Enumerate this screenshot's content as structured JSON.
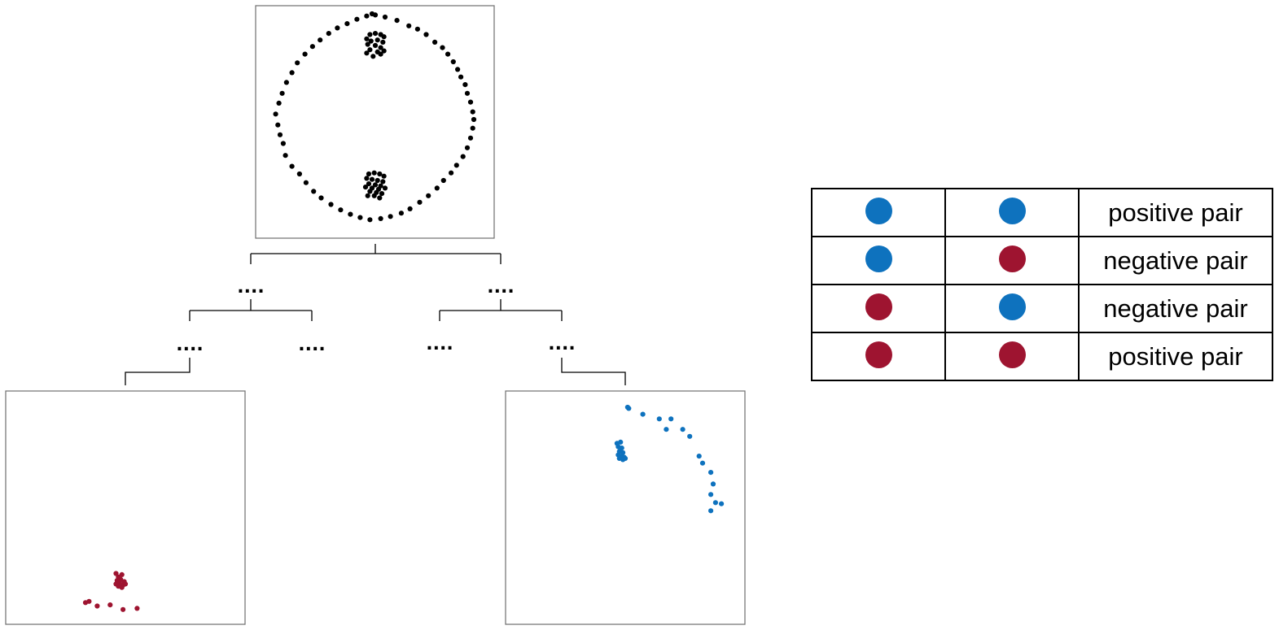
{
  "colors": {
    "blue": "#0e72be",
    "red": "#9e1430",
    "black": "#000000"
  },
  "tree": {
    "ellipsis": "....",
    "ellipsis_nodes": 6
  },
  "chart_data": [
    {
      "type": "scatter",
      "series": [
        {
          "color": "#000000",
          "points": [
            [
              0,
              0.96
            ],
            [
              0.09,
              0.94
            ],
            [
              0.2,
              0.91
            ],
            [
              0.31,
              0.86
            ],
            [
              0.39,
              0.83
            ],
            [
              0.47,
              0.78
            ],
            [
              0.55,
              0.71
            ],
            [
              0.62,
              0.66
            ],
            [
              0.67,
              0.6
            ],
            [
              0.72,
              0.53
            ],
            [
              0.76,
              0.46
            ],
            [
              0.79,
              0.39
            ],
            [
              0.83,
              0.32
            ],
            [
              0.85,
              0.24
            ],
            [
              0.88,
              0.16
            ],
            [
              0.9,
              0.07
            ],
            [
              0.91,
              0.0
            ],
            [
              0.9,
              -0.08
            ],
            [
              0.88,
              -0.17
            ],
            [
              0.85,
              -0.26
            ],
            [
              0.81,
              -0.34
            ],
            [
              0.75,
              -0.42
            ],
            [
              0.7,
              -0.49
            ],
            [
              0.63,
              -0.56
            ],
            [
              0.57,
              -0.63
            ],
            [
              0.49,
              -0.7
            ],
            [
              0.41,
              -0.76
            ],
            [
              0.32,
              -0.82
            ],
            [
              0.24,
              -0.86
            ],
            [
              0.14,
              -0.89
            ],
            [
              0.05,
              -0.91
            ],
            [
              -0.05,
              -0.92
            ],
            [
              -0.14,
              -0.9
            ],
            [
              -0.23,
              -0.87
            ],
            [
              -0.32,
              -0.83
            ],
            [
              -0.41,
              -0.78
            ],
            [
              -0.5,
              -0.72
            ],
            [
              -0.57,
              -0.66
            ],
            [
              -0.64,
              -0.58
            ],
            [
              -0.7,
              -0.5
            ],
            [
              -0.77,
              -0.43
            ],
            [
              -0.83,
              -0.33
            ],
            [
              -0.85,
              -0.22
            ],
            [
              -0.88,
              -0.14
            ],
            [
              -0.9,
              -0.05
            ],
            [
              -0.92,
              0.05
            ],
            [
              -0.89,
              0.15
            ],
            [
              -0.86,
              0.24
            ],
            [
              -0.82,
              0.34
            ],
            [
              -0.77,
              0.43
            ],
            [
              -0.72,
              0.52
            ],
            [
              -0.65,
              0.6
            ],
            [
              -0.58,
              0.67
            ],
            [
              -0.51,
              0.73
            ],
            [
              -0.43,
              0.79
            ],
            [
              -0.35,
              0.84
            ],
            [
              -0.26,
              0.88
            ],
            [
              -0.17,
              0.92
            ],
            [
              -0.08,
              0.95
            ],
            [
              -0.03,
              0.97
            ],
            [
              -0.05,
              0.78
            ],
            [
              0.0,
              0.79
            ],
            [
              0.05,
              0.78
            ],
            [
              0.08,
              0.76
            ],
            [
              -0.08,
              0.74
            ],
            [
              -0.04,
              0.72
            ],
            [
              0.02,
              0.73
            ],
            [
              0.07,
              0.71
            ],
            [
              -0.07,
              0.69
            ],
            [
              0.0,
              0.68
            ],
            [
              0.05,
              0.66
            ],
            [
              -0.05,
              0.64
            ],
            [
              0.02,
              0.62
            ],
            [
              0.08,
              0.63
            ],
            [
              -0.08,
              0.61
            ],
            [
              0.05,
              0.6
            ],
            [
              -0.02,
              0.58
            ],
            [
              -0.06,
              -0.5
            ],
            [
              -0.01,
              -0.49
            ],
            [
              0.04,
              -0.5
            ],
            [
              0.08,
              -0.52
            ],
            [
              -0.08,
              -0.54
            ],
            [
              -0.03,
              -0.55
            ],
            [
              0.02,
              -0.56
            ],
            [
              0.07,
              -0.57
            ],
            [
              -0.06,
              -0.59
            ],
            [
              0.0,
              -0.6
            ],
            [
              0.05,
              -0.61
            ],
            [
              -0.09,
              -0.62
            ],
            [
              -0.03,
              -0.63
            ],
            [
              0.03,
              -0.64
            ],
            [
              0.09,
              -0.63
            ],
            [
              -0.05,
              -0.66
            ],
            [
              0.01,
              -0.67
            ],
            [
              0.06,
              -0.68
            ],
            [
              -0.07,
              -0.7
            ],
            [
              -0.01,
              -0.7
            ],
            [
              0.04,
              -0.72
            ]
          ]
        }
      ]
    },
    {
      "type": "scatter",
      "series": [
        {
          "color": "#9e1430",
          "points": [
            [
              -0.08,
              -0.57
            ],
            [
              -0.06,
              -0.6
            ],
            [
              -0.03,
              -0.58
            ],
            [
              -0.07,
              -0.63
            ],
            [
              -0.04,
              -0.62
            ],
            [
              -0.01,
              -0.64
            ],
            [
              -0.08,
              -0.66
            ],
            [
              -0.05,
              -0.65
            ],
            [
              -0.02,
              -0.67
            ],
            [
              0.0,
              -0.66
            ],
            [
              -0.06,
              -0.68
            ],
            [
              -0.03,
              -0.69
            ],
            [
              -0.34,
              -0.82
            ],
            [
              -0.31,
              -0.81
            ],
            [
              -0.24,
              -0.85
            ],
            [
              -0.13,
              -0.84
            ],
            [
              -0.02,
              -0.88
            ],
            [
              0.1,
              -0.87
            ]
          ]
        }
      ]
    },
    {
      "type": "scatter",
      "series": [
        {
          "color": "#0e72be",
          "points": [
            [
              -0.07,
              0.55
            ],
            [
              -0.04,
              0.56
            ],
            [
              -0.06,
              0.52
            ],
            [
              -0.03,
              0.51
            ],
            [
              -0.05,
              0.48
            ],
            [
              -0.02,
              0.47
            ],
            [
              -0.06,
              0.45
            ],
            [
              -0.03,
              0.44
            ],
            [
              -0.01,
              0.43
            ],
            [
              -0.05,
              0.42
            ],
            [
              -0.02,
              0.41
            ],
            [
              0.0,
              0.42
            ],
            [
              0.02,
              0.86
            ],
            [
              0.03,
              0.85
            ],
            [
              0.15,
              0.8
            ],
            [
              0.29,
              0.76
            ],
            [
              0.39,
              0.76
            ],
            [
              0.35,
              0.67
            ],
            [
              0.49,
              0.67
            ],
            [
              0.55,
              0.61
            ],
            [
              0.63,
              0.44
            ],
            [
              0.66,
              0.38
            ],
            [
              0.73,
              0.3
            ],
            [
              0.75,
              0.2
            ],
            [
              0.73,
              0.11
            ],
            [
              0.77,
              0.04
            ],
            [
              0.82,
              0.03
            ],
            [
              0.73,
              -0.03
            ]
          ]
        }
      ]
    }
  ],
  "legend_table": {
    "rows": [
      {
        "left": "blue",
        "right": "blue",
        "label": "positive pair"
      },
      {
        "left": "blue",
        "right": "red",
        "label": "negative pair"
      },
      {
        "left": "red",
        "right": "blue",
        "label": "negative pair"
      },
      {
        "left": "red",
        "right": "red",
        "label": "positive pair"
      }
    ]
  }
}
